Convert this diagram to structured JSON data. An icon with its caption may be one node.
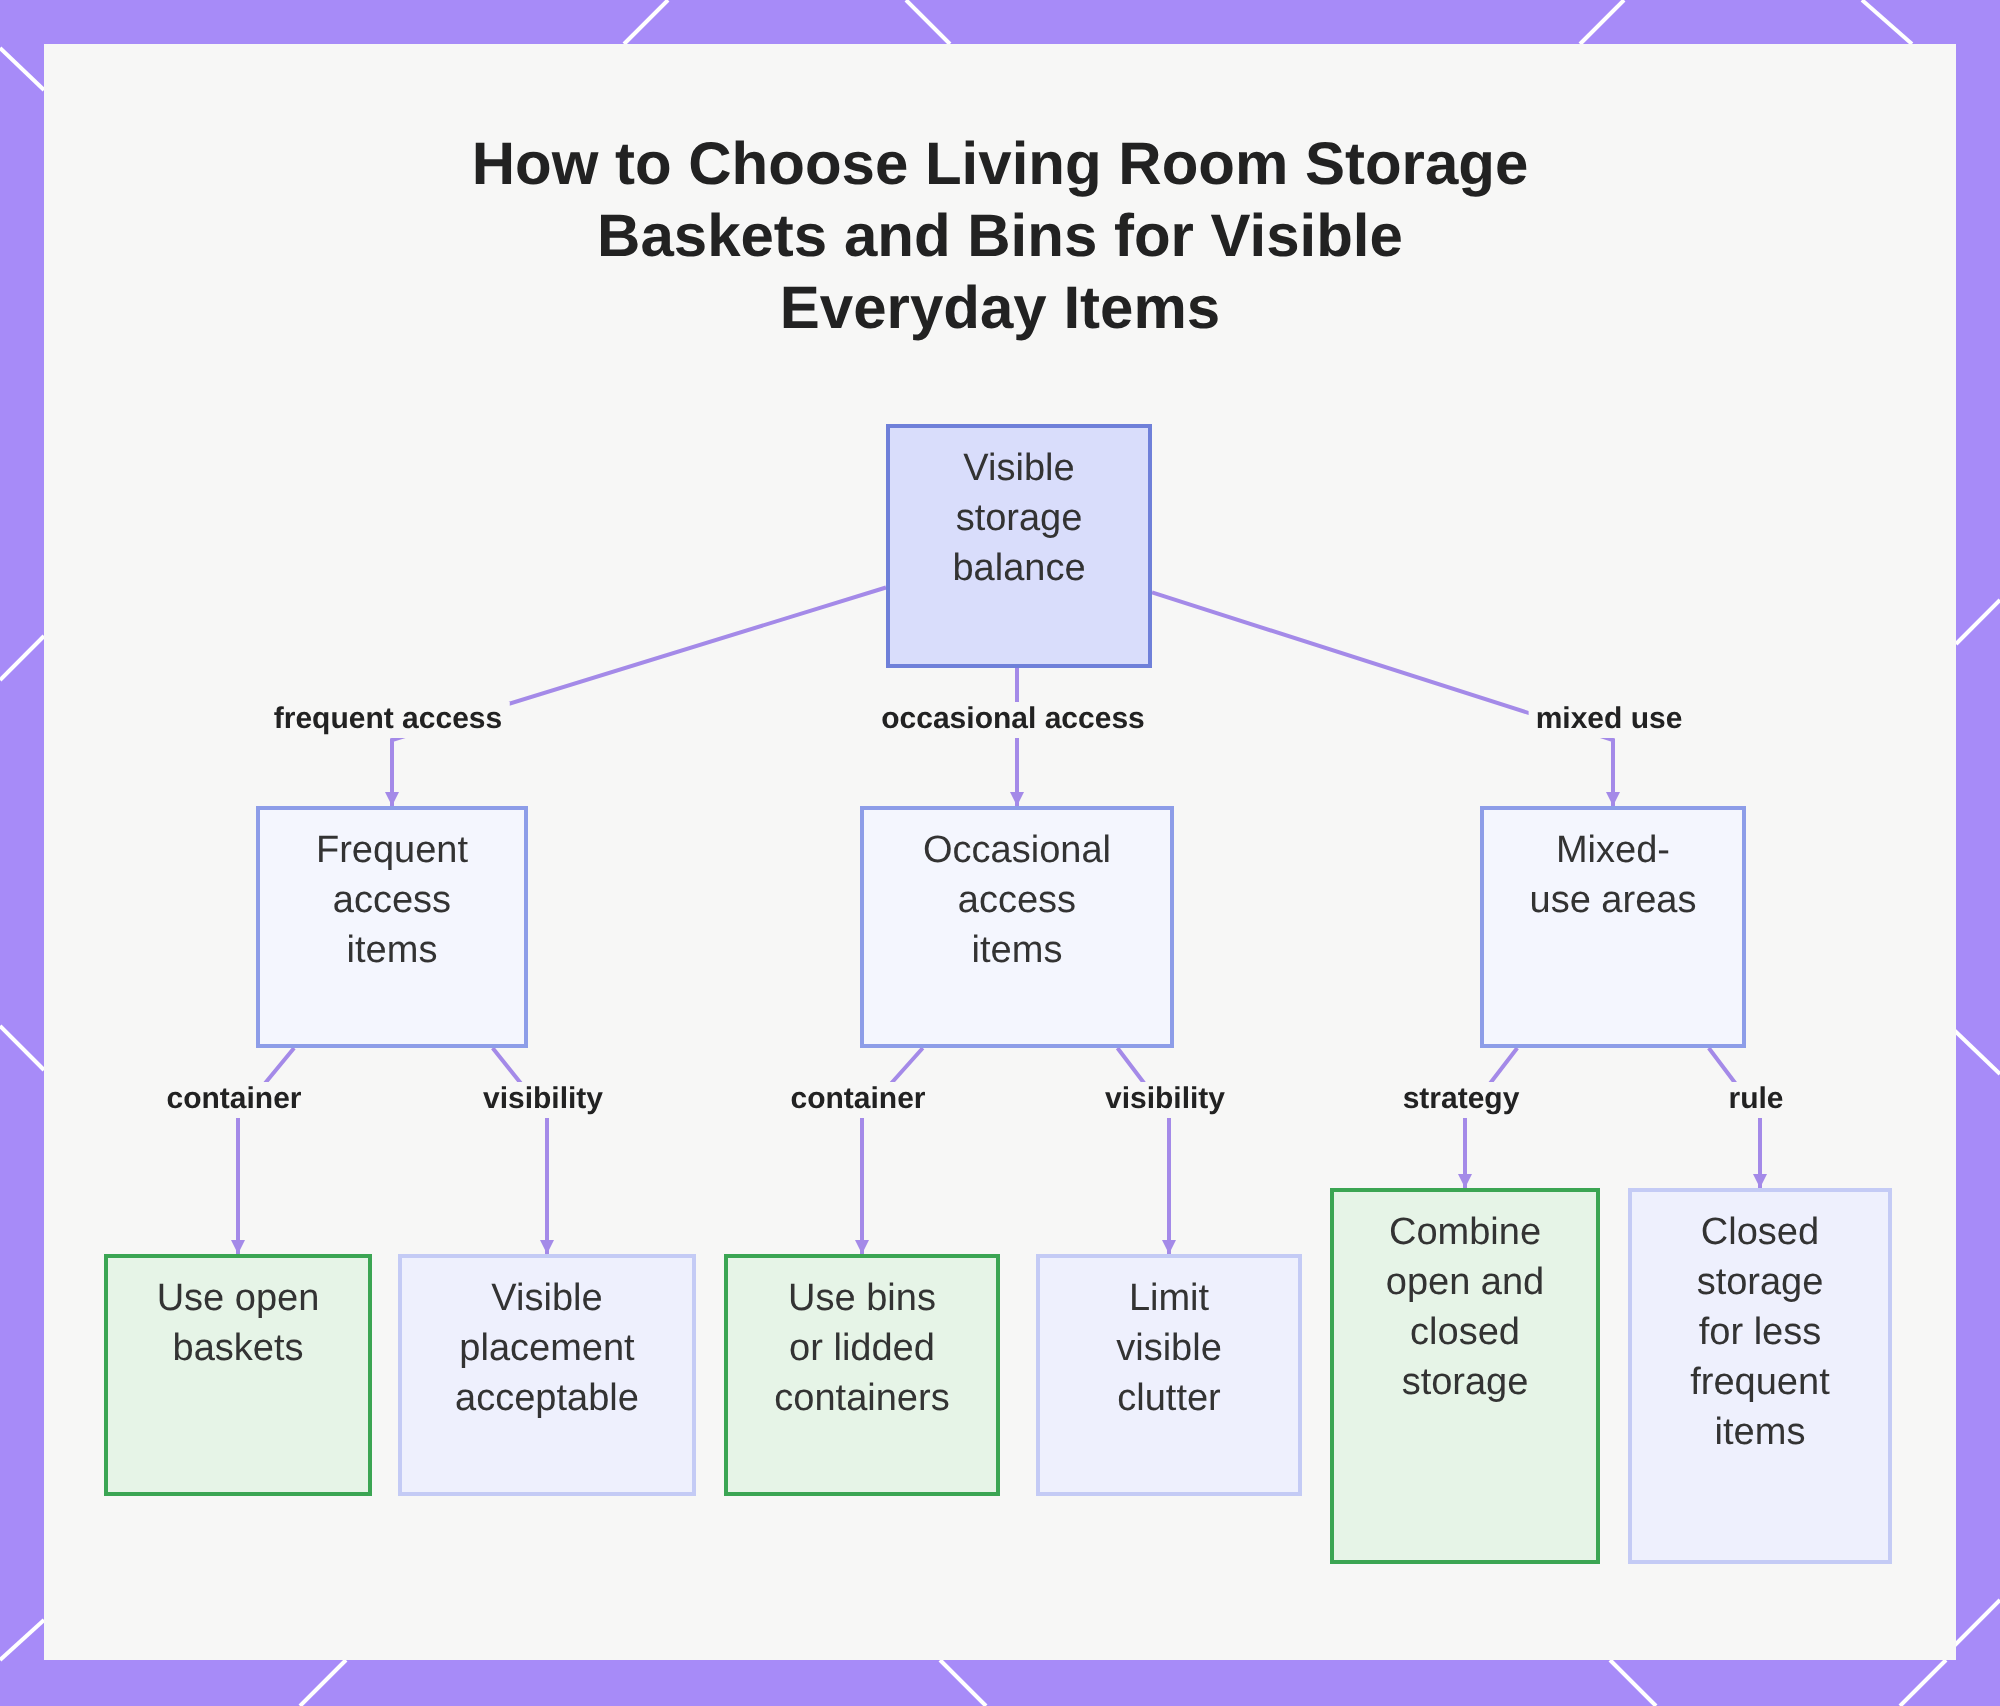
{
  "diagram": {
    "title": "How to Choose Living Room Storage Baskets and Bins for Visible Everyday Items",
    "nodes": [
      {
        "text": [
          "Visible storage balance"
        ]
      },
      {
        "text": [
          "Frequent access items"
        ]
      },
      {
        "text": [
          "Occasional access items"
        ]
      },
      {
        "text": [
          "Mixed-use areas"
        ]
      },
      {
        "text": [
          "Use open baskets"
        ]
      },
      {
        "text": [
          "Visible placement acceptable"
        ]
      },
      {
        "text": [
          "Use bins or lidded containers"
        ]
      },
      {
        "text": [
          "Limit visible clutter"
        ]
      },
      {
        "text": [
          "Combine open and closed storage"
        ]
      },
      {
        "text": [
          "Closed storage for less frequent items"
        ]
      }
    ],
    "edges": [
      {
        "from": 0,
        "to": 1,
        "arrow": "to",
        "label": "frequent access"
      },
      {
        "from": 0,
        "to": 2,
        "arrow": "to",
        "label": "occasional access"
      },
      {
        "from": 0,
        "to": 3,
        "arrow": "to",
        "label": "mixed use"
      },
      {
        "from": 1,
        "to": 4,
        "arrow": "to",
        "label": "container"
      },
      {
        "from": 1,
        "to": 5,
        "arrow": "to",
        "label": "visibility"
      },
      {
        "from": 2,
        "to": 6,
        "arrow": "to",
        "label": "container"
      },
      {
        "from": 2,
        "to": 7,
        "arrow": "to",
        "label": "visibility"
      },
      {
        "from": 3,
        "to": 8,
        "arrow": "to",
        "label": "strategy"
      },
      {
        "from": 3,
        "to": 9,
        "arrow": "to",
        "label": "rule"
      }
    ]
  }
}
